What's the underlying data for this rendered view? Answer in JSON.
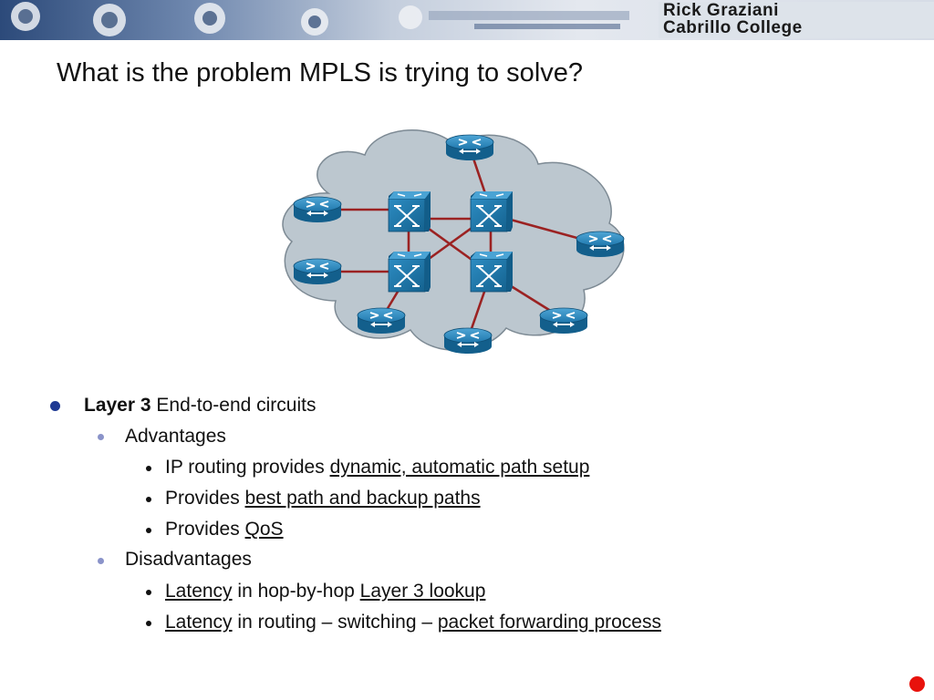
{
  "header": {
    "author": "Rick Graziani",
    "institution": "Cabrillo College"
  },
  "slide": {
    "title": "What is the problem MPLS is trying to solve?"
  },
  "diagram": {
    "colors": {
      "cloud": "#bcc7cf",
      "link": "#9b2222",
      "router": "#2a83b5"
    }
  },
  "bullets": {
    "b1": {
      "bold": "Layer 3",
      "text": " End-to-end circuits"
    },
    "b2": {
      "text": "Advantages"
    },
    "b3": {
      "pre": "IP routing provides ",
      "u1": "dynamic, automatic path setup"
    },
    "b4": {
      "pre": "Provides ",
      "u1": "best path and backup paths"
    },
    "b5": {
      "pre": "Provides ",
      "u1": "QoS"
    },
    "b6": {
      "text": "Disadvantages"
    },
    "b7": {
      "u1": "Latency",
      "mid": " in hop-by-hop ",
      "u2": "Layer 3 lookup"
    },
    "b8": {
      "u1": "Latency",
      "mid": " in routing – switching – ",
      "u2": "packet forwarding process"
    }
  },
  "colors": {
    "level1_bullet": "#1f3a93",
    "level2_bullet": "#8a93c9",
    "slide_marker": "#e8120c"
  }
}
